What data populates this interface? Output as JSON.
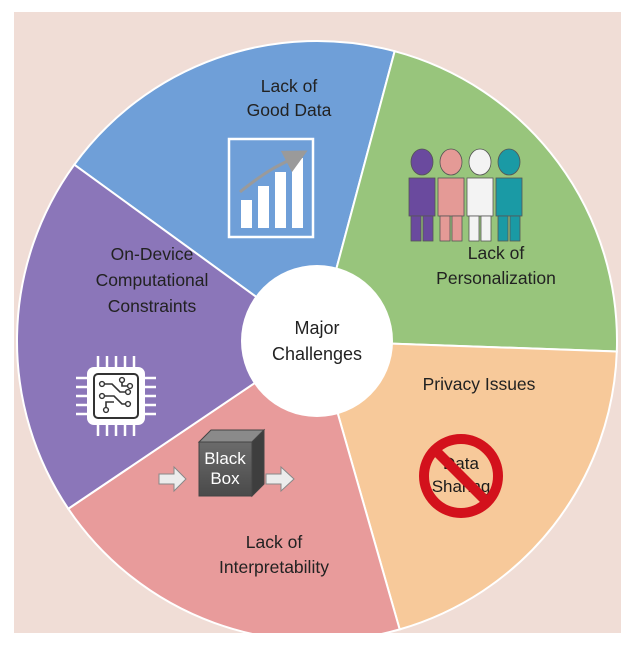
{
  "diagram": {
    "center": {
      "line1": "Major",
      "line2": "Challenges"
    },
    "segments": [
      {
        "id": "good-data",
        "line1": "Lack of",
        "line2": "Good Data",
        "color": "#6f9fd8",
        "icon": "bar-chart-growth-icon"
      },
      {
        "id": "personalization",
        "line1": "Lack of",
        "line2": "Personalization",
        "color": "#98c57c",
        "icon": "people-group-icon"
      },
      {
        "id": "privacy",
        "line1": "Privacy Issues",
        "color": "#f7c99a",
        "icon": "no-data-sharing-icon",
        "icon_line1": "Data",
        "icon_line2": "Sharing"
      },
      {
        "id": "interpretability",
        "line1": "Lack of",
        "line2": "Interpretability",
        "color": "#e89b9b",
        "icon": "black-box-icon",
        "icon_line1": "Black",
        "icon_line2": "Box"
      },
      {
        "id": "on-device",
        "line1": "On-Device",
        "line2": "Computational",
        "line3": "Constraints",
        "color": "#8b76b9",
        "icon": "microchip-icon"
      }
    ],
    "colors": {
      "background": "#f0ddd6",
      "center_fill": "#ffffff",
      "divider": "#ffffff",
      "people": [
        "#6a4a9e",
        "#e49a96",
        "#f3f3f3",
        "#1a9aa5"
      ],
      "prohibition": "#d3111c",
      "black_box": "#5c5c5c"
    }
  }
}
